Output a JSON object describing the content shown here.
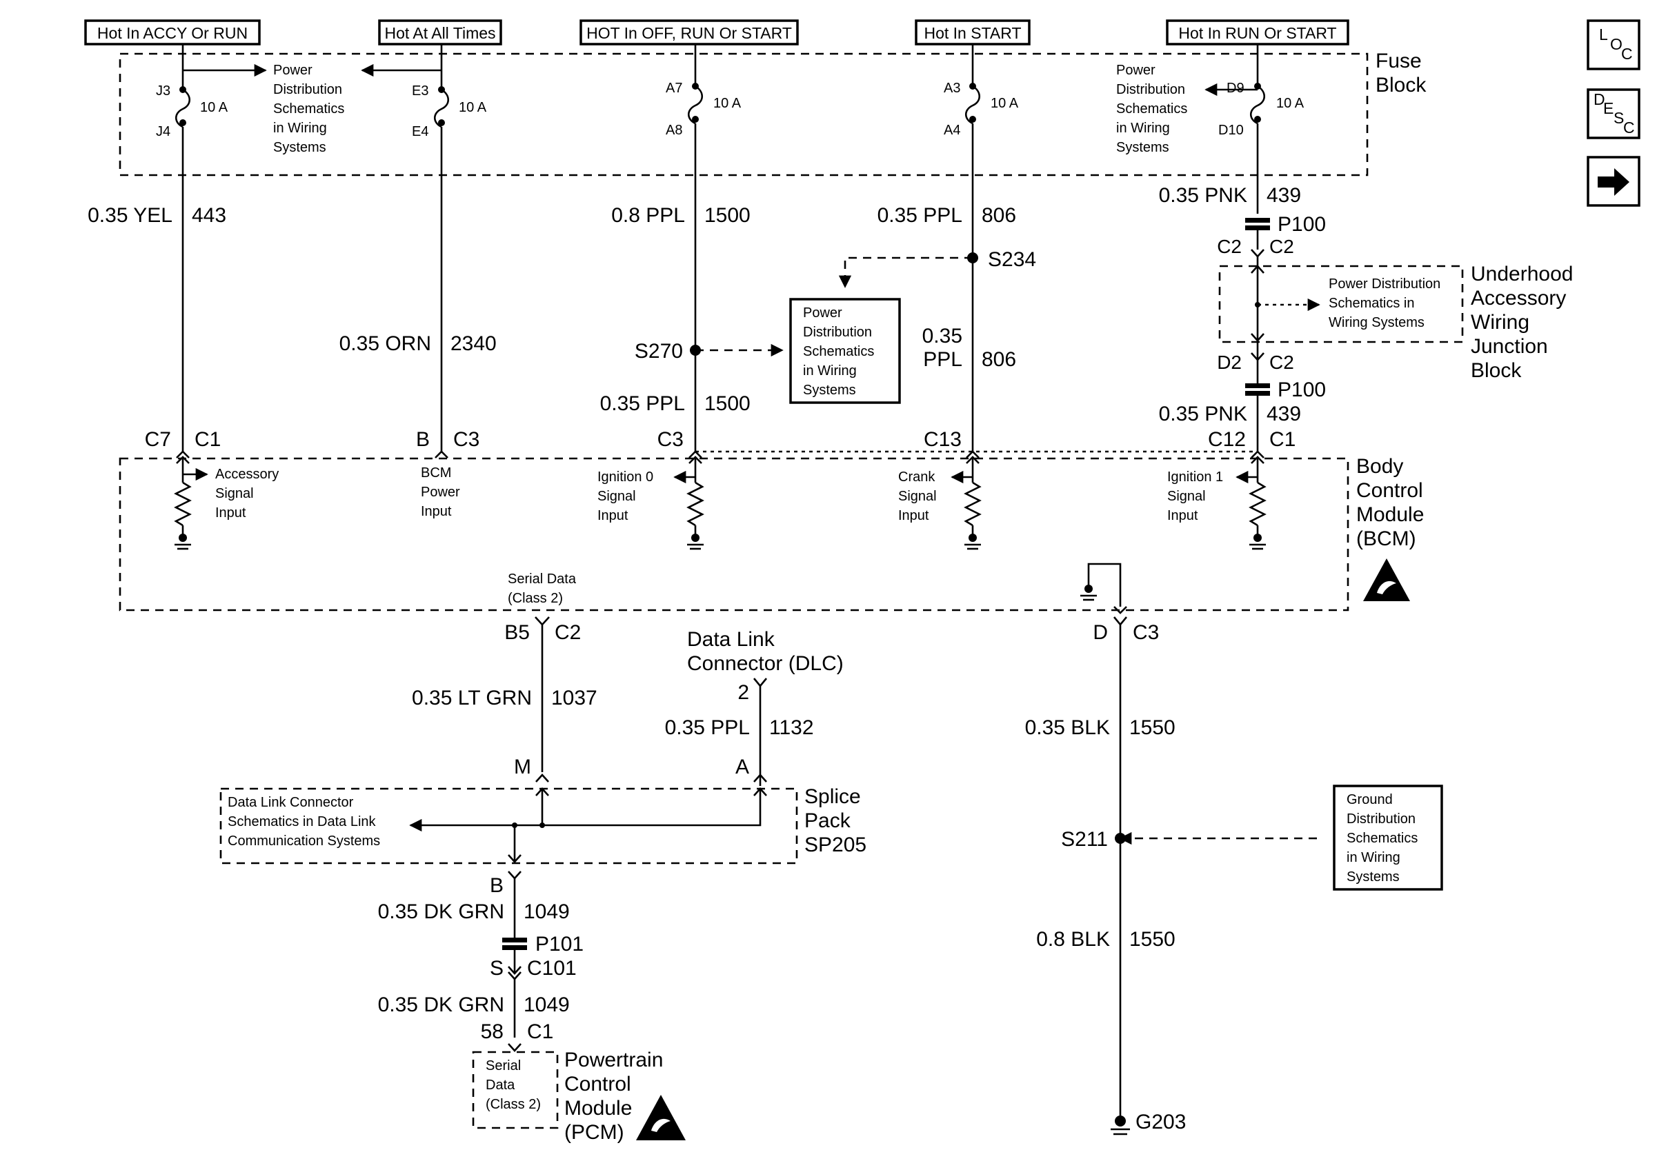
{
  "header": {
    "feed_accy": "Hot In ACCY Or RUN",
    "feed_always": "Hot At All Times",
    "feed_off_run_start": "HOT In OFF, RUN Or START",
    "feed_start": "Hot In START",
    "feed_run_start": "Hot In RUN Or START"
  },
  "nav": {
    "loc_a": "L",
    "loc_b": "O",
    "loc_c": "C",
    "desc_a": "D",
    "desc_b": "E",
    "desc_c": "S",
    "desc_d": "C"
  },
  "fuse_block": {
    "title_1": "Fuse",
    "title_2": "Block",
    "fuses": [
      {
        "top": "J3",
        "bottom": "J4",
        "rating": "10 A"
      },
      {
        "top": "E3",
        "bottom": "E4",
        "rating": "10 A"
      },
      {
        "top": "A7",
        "bottom": "A8",
        "rating": "10 A"
      },
      {
        "top": "A3",
        "bottom": "A4",
        "rating": "10 A"
      },
      {
        "top": "D9",
        "bottom": "D10",
        "rating": "10 A"
      }
    ],
    "ref_left": [
      "Power",
      "Distribution",
      "Schematics",
      "in Wiring",
      "Systems"
    ],
    "ref_right": [
      "Power",
      "Distribution",
      "Schematics",
      "in Wiring",
      "Systems"
    ]
  },
  "wires": {
    "w443_size": "0.35 YEL",
    "w443_num": "443",
    "w2340_size": "0.35 ORN",
    "w2340_num": "2340",
    "w1500a_size": "0.8 PPL",
    "w1500a_num": "1500",
    "w1500b_size": "0.35 PPL",
    "w1500b_num": "1500",
    "w806a_size": "0.35 PPL",
    "w806a_num": "806",
    "w806b_size_1": "0.35",
    "w806b_size_2": "PPL",
    "w806b_num": "806",
    "w439a_size": "0.35 PNK",
    "w439a_num": "439",
    "w439b_size": "0.35 PNK",
    "w439b_num": "439",
    "w1037_size": "0.35 LT GRN",
    "w1037_num": "1037",
    "w1132_size": "0.35 PPL",
    "w1132_num": "1132",
    "w1049a_size": "0.35 DK GRN",
    "w1049a_num": "1049",
    "w1049b_size": "0.35 DK GRN",
    "w1049b_num": "1049",
    "w1550a_size": "0.35 BLK",
    "w1550a_num": "1550",
    "w1550b_size": "0.8 BLK",
    "w1550b_num": "1550"
  },
  "splices": {
    "s270": "S270",
    "s234": "S234",
    "s211": "S211"
  },
  "ref_box_center": [
    "Power",
    "Distribution",
    "Schematics",
    "in Wiring",
    "Systems"
  ],
  "underhood": {
    "p100_top": "P100",
    "p100_bottom": "P100",
    "c2_left": "C2",
    "c2_right": "C2",
    "d2": "D2",
    "c2_low": "C2",
    "ref": [
      "Power Distribution",
      "Schematics in",
      "Wiring Systems"
    ],
    "title": [
      "Underhood",
      "Accessory",
      "Wiring",
      "Junction",
      "Block"
    ]
  },
  "bcm": {
    "pins": [
      {
        "cavity": "C7",
        "connector": "C1"
      },
      {
        "cavity": "B",
        "connector": "C3"
      },
      {
        "cavity": "C3",
        "connector": ""
      },
      {
        "cavity": "C13",
        "connector": ""
      },
      {
        "cavity": "C12",
        "connector": "C1"
      }
    ],
    "inputs": {
      "accessory": [
        "Accessory",
        "Signal",
        "Input"
      ],
      "bcm_power": [
        "BCM",
        "Power",
        "Input"
      ],
      "ignition0": [
        "Ignition 0",
        "Signal",
        "Input"
      ],
      "crank": [
        "Crank",
        "Signal",
        "Input"
      ],
      "ignition1": [
        "Ignition 1",
        "Signal",
        "Input"
      ]
    },
    "serial": [
      "Serial Data",
      "(Class 2)"
    ],
    "title": [
      "Body",
      "Control",
      "Module",
      "(BCM)"
    ],
    "b5": "B5",
    "b5_conn": "C2",
    "d": "D",
    "d_conn": "C3"
  },
  "dlc": {
    "title_1": "Data Link",
    "title_2": "Connector (DLC)",
    "pin": "2"
  },
  "splice_pack": {
    "m": "M",
    "a": "A",
    "b": "B",
    "ref": [
      "Data Link Connector",
      "Schematics in Data Link",
      "Communication Systems"
    ],
    "title": [
      "Splice",
      "Pack",
      "SP205"
    ]
  },
  "p101": "P101",
  "c101": {
    "cavity": "S",
    "connector": "C101"
  },
  "pcm": {
    "cavity": "58",
    "connector": "C1",
    "inner": [
      "Serial",
      "Data",
      "(Class 2)"
    ],
    "title": [
      "Powertrain",
      "Control",
      "Module",
      "(PCM)"
    ]
  },
  "ground_ref": [
    "Ground",
    "Distribution",
    "Schematics",
    "in Wiring",
    "Systems"
  ],
  "g203": "G203"
}
